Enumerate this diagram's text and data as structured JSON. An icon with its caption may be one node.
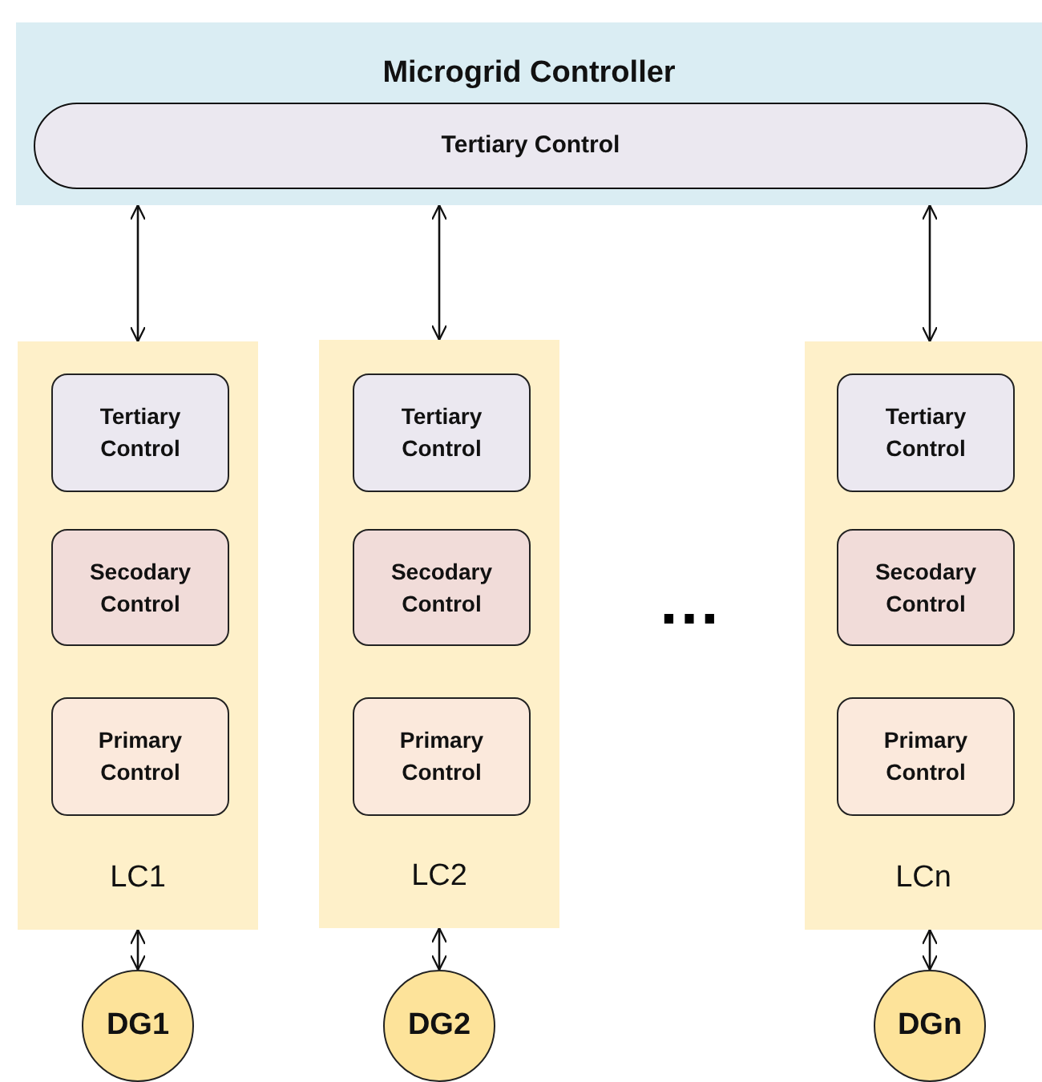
{
  "diagram": {
    "nodes": [
      {
        "text": [
          "Microgrid Controller"
        ]
      },
      {
        "text": [
          "Tertiary Control"
        ],
        "in": 0
      },
      {
        "text": [
          "LC1"
        ]
      },
      {
        "text": [
          "Tertiary Control"
        ],
        "in": 2
      },
      {
        "text": [
          "Secodary Control"
        ],
        "in": 2
      },
      {
        "text": [
          "Primary Control"
        ],
        "in": 2
      },
      {
        "text": [
          "LC2"
        ]
      },
      {
        "text": [
          "Tertiary Control"
        ],
        "in": 6
      },
      {
        "text": [
          "Secodary Control"
        ],
        "in": 6
      },
      {
        "text": [
          "Primary Control"
        ],
        "in": 6
      },
      {
        "text": [
          "LCn"
        ]
      },
      {
        "text": [
          "Tertiary Control"
        ],
        "in": 10
      },
      {
        "text": [
          "Secodary Control"
        ],
        "in": 10
      },
      {
        "text": [
          "Primary Control"
        ],
        "in": 10
      },
      {
        "text": [
          "DG1"
        ]
      },
      {
        "text": [
          "DG2"
        ]
      },
      {
        "text": [
          "DGn"
        ]
      }
    ],
    "edges": [
      {
        "from": 0,
        "to": 2,
        "arrow": "both"
      },
      {
        "from": 0,
        "to": 6,
        "arrow": "both"
      },
      {
        "from": 0,
        "to": 10,
        "arrow": "both"
      },
      {
        "from": 2,
        "to": 14,
        "arrow": "both"
      },
      {
        "from": 6,
        "to": 15,
        "arrow": "both"
      },
      {
        "from": 10,
        "to": 16,
        "arrow": "both"
      }
    ],
    "labels": [
      "…"
    ]
  }
}
